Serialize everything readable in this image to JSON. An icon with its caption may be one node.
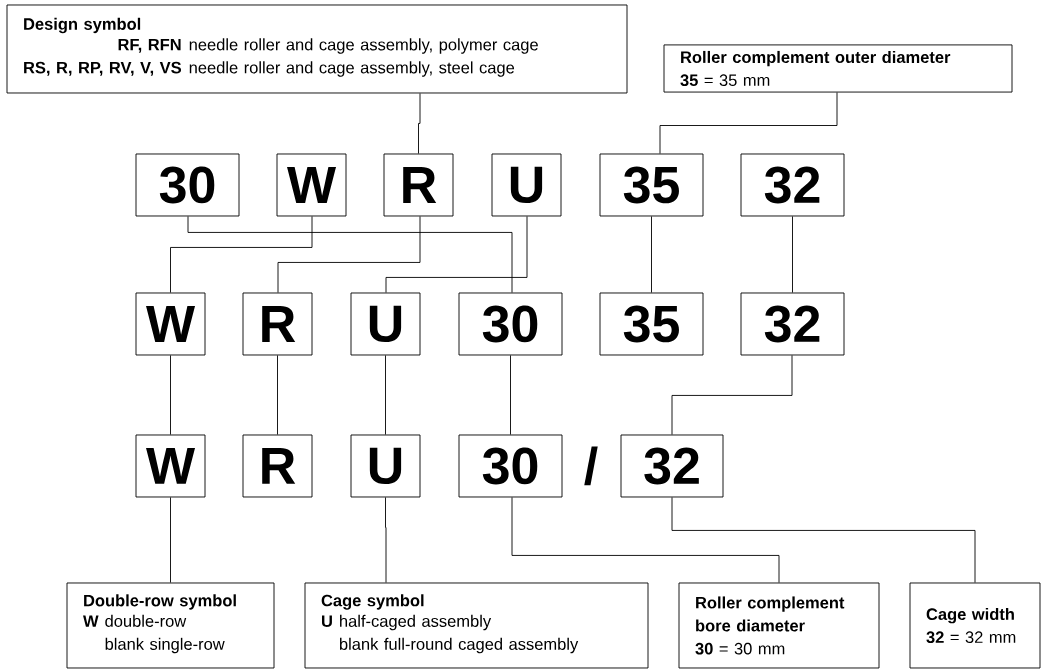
{
  "diagram": {
    "nodes": [
      {
        "text": [
          "Design symbol",
          "RF, RFN",
          "needle roller and cage assembly, polymer cage",
          "RS, R, RP, RV, V, VS",
          "needle roller and cage assembly, steel cage"
        ]
      },
      {
        "text": [
          "Roller complement outer diameter",
          "**35** = 35 mm"
        ]
      },
      {
        "text": [
          "30"
        ]
      },
      {
        "text": [
          "W"
        ]
      },
      {
        "text": [
          "R"
        ]
      },
      {
        "text": [
          "U"
        ]
      },
      {
        "text": [
          "35"
        ]
      },
      {
        "text": [
          "32"
        ]
      },
      {
        "text": [
          "W"
        ]
      },
      {
        "text": [
          "R"
        ]
      },
      {
        "text": [
          "U"
        ]
      },
      {
        "text": [
          "30"
        ]
      },
      {
        "text": [
          "35"
        ]
      },
      {
        "text": [
          "32"
        ]
      },
      {
        "text": [
          "W"
        ]
      },
      {
        "text": [
          "R"
        ]
      },
      {
        "text": [
          "U"
        ]
      },
      {
        "text": [
          "30"
        ]
      },
      {
        "text": [
          "32"
        ]
      },
      {
        "text": [
          "Double-row symbol",
          "W",
          "double-row",
          "blank single-row"
        ]
      },
      {
        "text": [
          "Cage symbol",
          "U",
          "half-caged assembly",
          "blank full-round caged assembly"
        ]
      },
      {
        "text": [
          "Roller complement bore diameter",
          "**30** = 30 mm"
        ]
      },
      {
        "text": [
          "Cage width",
          "**32** = 32 mm"
        ]
      }
    ],
    "edges": [
      {
        "from": 0,
        "to": 4,
        "arrow": "none"
      },
      {
        "from": 1,
        "to": 6,
        "arrow": "none"
      },
      {
        "from": 2,
        "to": 11,
        "arrow": "none"
      },
      {
        "from": 3,
        "to": 8,
        "arrow": "none"
      },
      {
        "from": 4,
        "to": 9,
        "arrow": "none"
      },
      {
        "from": 5,
        "to": 10,
        "arrow": "none"
      },
      {
        "from": 6,
        "to": 12,
        "arrow": "none"
      },
      {
        "from": 7,
        "to": 13,
        "arrow": "none"
      },
      {
        "from": 8,
        "to": 14,
        "arrow": "none"
      },
      {
        "from": 9,
        "to": 15,
        "arrow": "none"
      },
      {
        "from": 10,
        "to": 16,
        "arrow": "none"
      },
      {
        "from": 11,
        "to": 17,
        "arrow": "none"
      },
      {
        "from": 13,
        "to": 18,
        "arrow": "none"
      },
      {
        "from": 14,
        "to": 19,
        "arrow": "none"
      },
      {
        "from": 16,
        "to": 20,
        "arrow": "none"
      },
      {
        "from": 17,
        "to": 21,
        "arrow": "none"
      },
      {
        "from": 18,
        "to": 22,
        "arrow": "none"
      }
    ],
    "labels": [
      "/"
    ]
  }
}
